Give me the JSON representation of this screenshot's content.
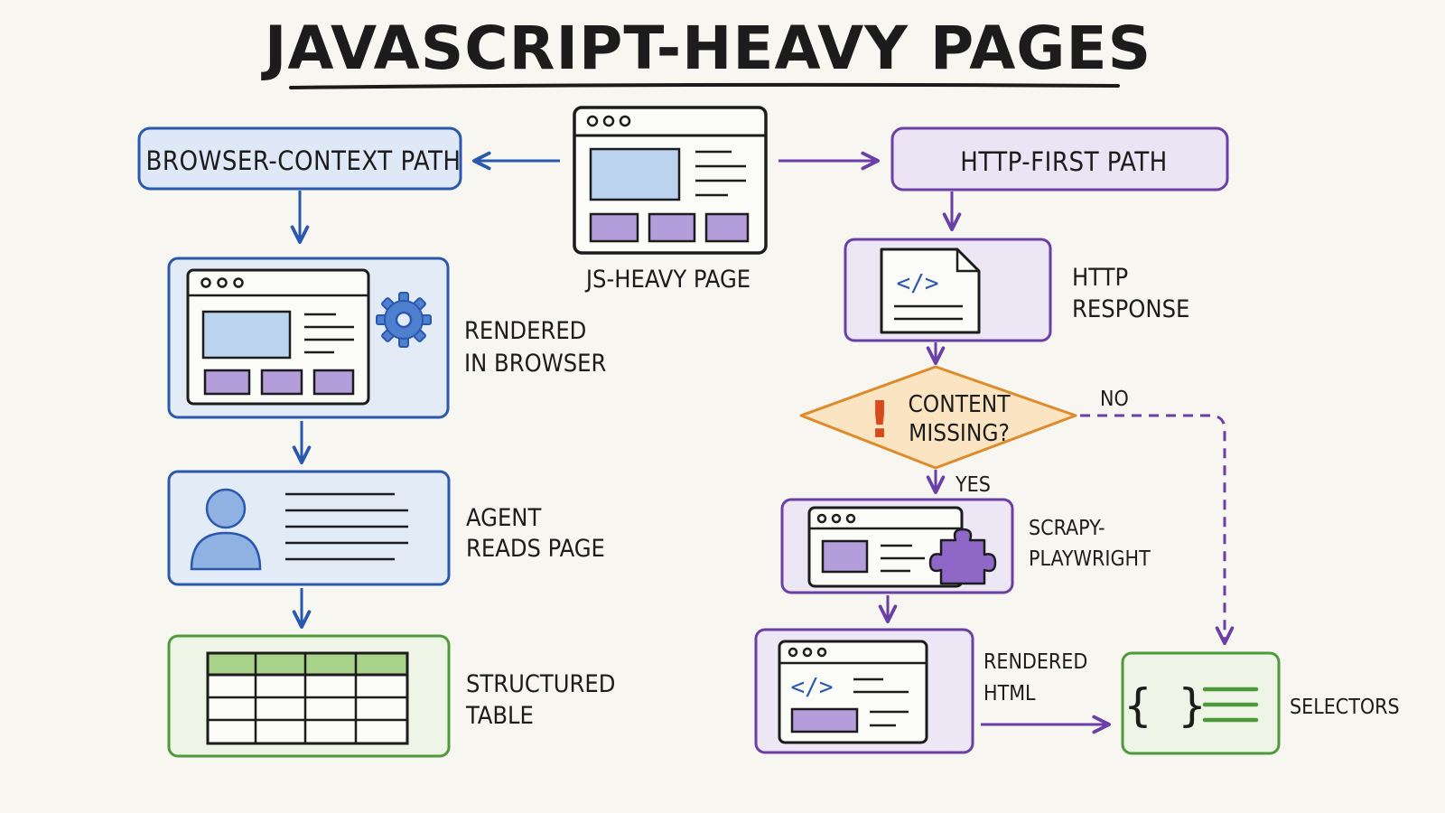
{
  "title": "JAVASCRIPT-HEAVY PAGES",
  "center": {
    "label": "JS-HEAVY PAGE"
  },
  "left_path": {
    "header": "BROWSER-CONTEXT PATH",
    "steps": [
      {
        "label_lines": [
          "RENDERED",
          "IN BROWSER"
        ]
      },
      {
        "label_lines": [
          "AGENT",
          "READS PAGE"
        ]
      },
      {
        "label_lines": [
          "STRUCTURED",
          "TABLE"
        ]
      }
    ]
  },
  "right_path": {
    "header": "HTTP-FIRST PATH",
    "http_response": {
      "label_lines": [
        "HTTP",
        "RESPONSE"
      ],
      "code_glyph": "</>"
    },
    "decision": {
      "label_lines": [
        "CONTENT",
        "MISSING?"
      ],
      "bang": "!",
      "yes_label": "YES",
      "no_label": "NO"
    },
    "scrapy": {
      "label_lines": [
        "SCRAPY-",
        "PLAYWRIGHT"
      ]
    },
    "rendered_html": {
      "label_lines": [
        "RENDERED",
        "HTML"
      ],
      "code_glyph": "</>"
    },
    "selectors": {
      "label": "SELECTORS",
      "glyph": "{ }"
    }
  },
  "colors": {
    "blue": "#2a58ad",
    "blue_fill": "#e3ebf7",
    "purple": "#6a3fa6",
    "purple_fill": "#ece6f5",
    "purple_box": "#b39ddb",
    "green": "#4e9a3a",
    "green_fill": "#eef5e6",
    "green_header": "#a7d48a",
    "orange": "#dd8b2c",
    "orange_fill": "#fbe4c1",
    "red": "#d84a1b",
    "ink": "#1c1c1c"
  }
}
